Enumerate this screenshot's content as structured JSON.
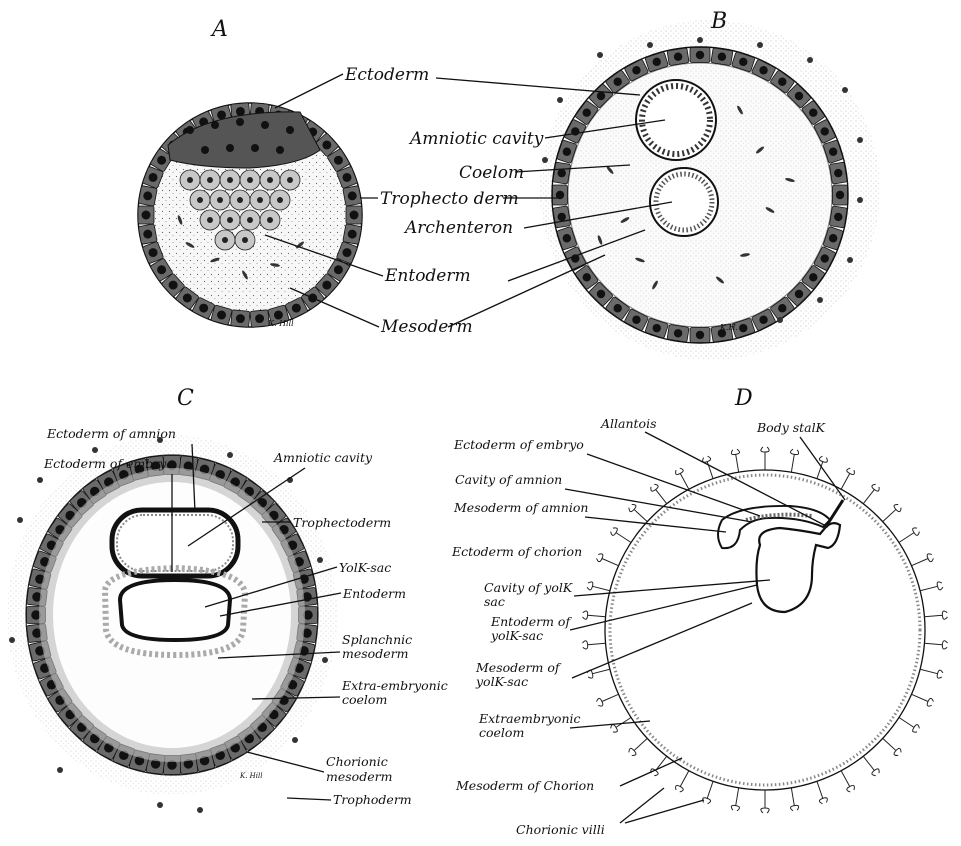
{
  "panels": {
    "a": {
      "letter": "A",
      "labels": {
        "ectoderm": "Ectoderm",
        "trophectoderm": "Trophecto derm",
        "entoderm": "Entoderm",
        "mesoderm": "Mesoderm"
      },
      "signature": "K. Hill"
    },
    "b": {
      "letter": "B",
      "labels": {
        "amniotic_cavity": "Amniotic cavity",
        "coelom": "Coelom",
        "archenteron": "Archenteron"
      },
      "signature": "K.H."
    },
    "c": {
      "letter": "C",
      "labels": {
        "ectoderm_of_amnion": "Ectoderm of amnion",
        "ectoderm_of_embryo": "Ectoderm of embryo",
        "amniotic_cavity": "Amniotic cavity",
        "trophectoderm": "Trophectoderm",
        "yolk_sac": "YolK-sac",
        "entoderm": "Entoderm",
        "splanchnic_mesoderm_1": "Splanchnic",
        "splanchnic_mesoderm_2": "mesoderm",
        "extra_embryonic_coelom_1": "Extra-embryonic",
        "extra_embryonic_coelom_2": "coelom",
        "chorionic_mesoderm_1": "Chorionic",
        "chorionic_mesoderm_2": "mesoderm",
        "trophoderm": "Trophoderm"
      },
      "signature": "K. Hill"
    },
    "d": {
      "letter": "D",
      "labels": {
        "allantois": "Allantois",
        "body_stalk": "Body stalK",
        "ectoderm_of_embryo": "Ectoderm of embryo",
        "cavity_of_amnion": "Cavity of amnion",
        "mesoderm_of_amnion": "Mesoderm of amnion",
        "ectoderm_of_chorion": "Ectoderm of chorion",
        "cavity_of_yolk_sac_1": "Cavity of yolK",
        "cavity_of_yolk_sac_2": "sac",
        "entoderm_of_yolk_sac_1": "Entoderm of",
        "entoderm_of_yolk_sac_2": "yolK-sac",
        "mesoderm_of_yolk_sac_1": "Mesoderm of",
        "mesoderm_of_yolk_sac_2": "yolK-sac",
        "extraembryonic_coelom_1": "Extraembryonic",
        "extraembryonic_coelom_2": "coelom",
        "mesoderm_of_chorion": "Mesoderm of Chorion",
        "chorionic_villi": "Chorionic villi"
      }
    }
  }
}
